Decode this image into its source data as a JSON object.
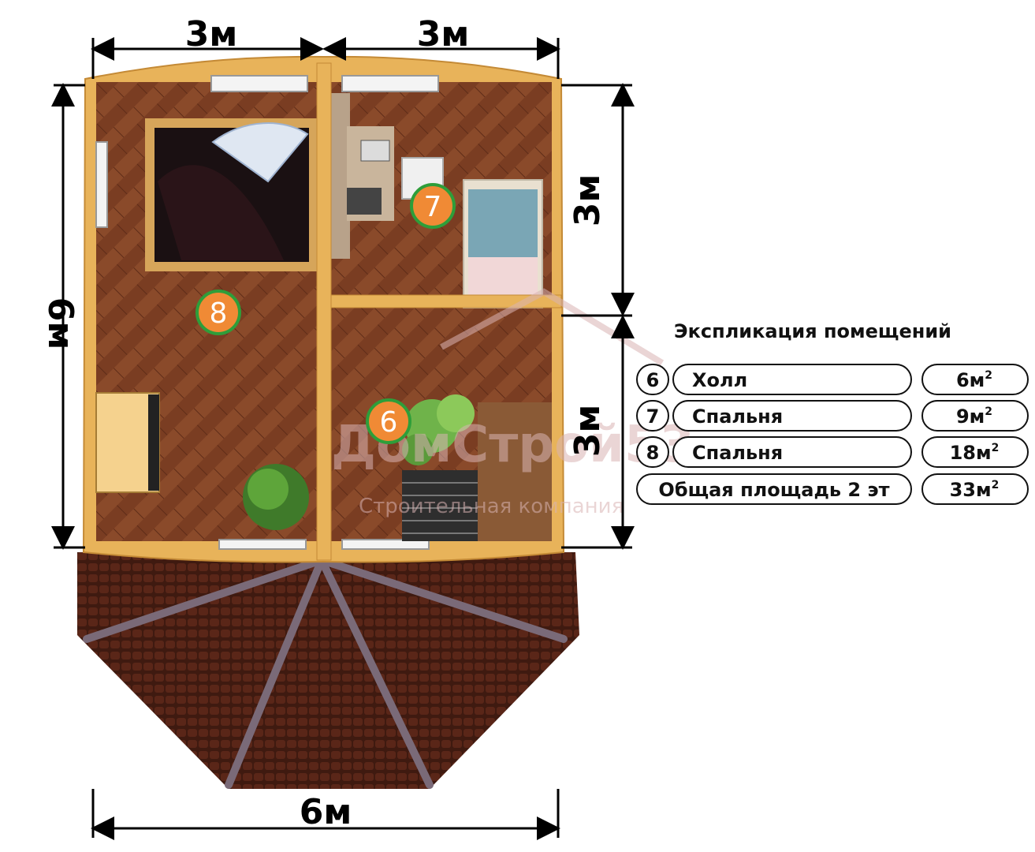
{
  "dimensions": {
    "top_left": "3м",
    "top_right": "3м",
    "left": "6м",
    "right_top": "3м",
    "right_bottom": "3м",
    "bottom": "6м"
  },
  "rooms": [
    {
      "number": "8",
      "name": "Спальня",
      "area": "18м²"
    },
    {
      "number": "7",
      "name": "Спальня",
      "area": "9м²"
    },
    {
      "number": "6",
      "name": "Холл",
      "area": "6м²"
    }
  ],
  "legend": {
    "title": "Экспликация помещений",
    "rows": [
      {
        "number": "6",
        "name": "Холл",
        "area": "6м",
        "sup": "2"
      },
      {
        "number": "7",
        "name": "Спальня",
        "area": "9м",
        "sup": "2"
      },
      {
        "number": "8",
        "name": "Спальня",
        "area": "18м",
        "sup": "2"
      }
    ],
    "total_label": "Общая площадь 2 эт",
    "total_area": "33м",
    "total_sup": "2"
  },
  "watermark": {
    "brand": "ДомСтрой53",
    "subtitle": "Строительная компания"
  },
  "colors": {
    "wall": "#e8b35a",
    "floor": "#7a3d22",
    "roof": "#4a1f14",
    "label_fill": "#f08a35",
    "label_ring": "#2e9e3a"
  }
}
